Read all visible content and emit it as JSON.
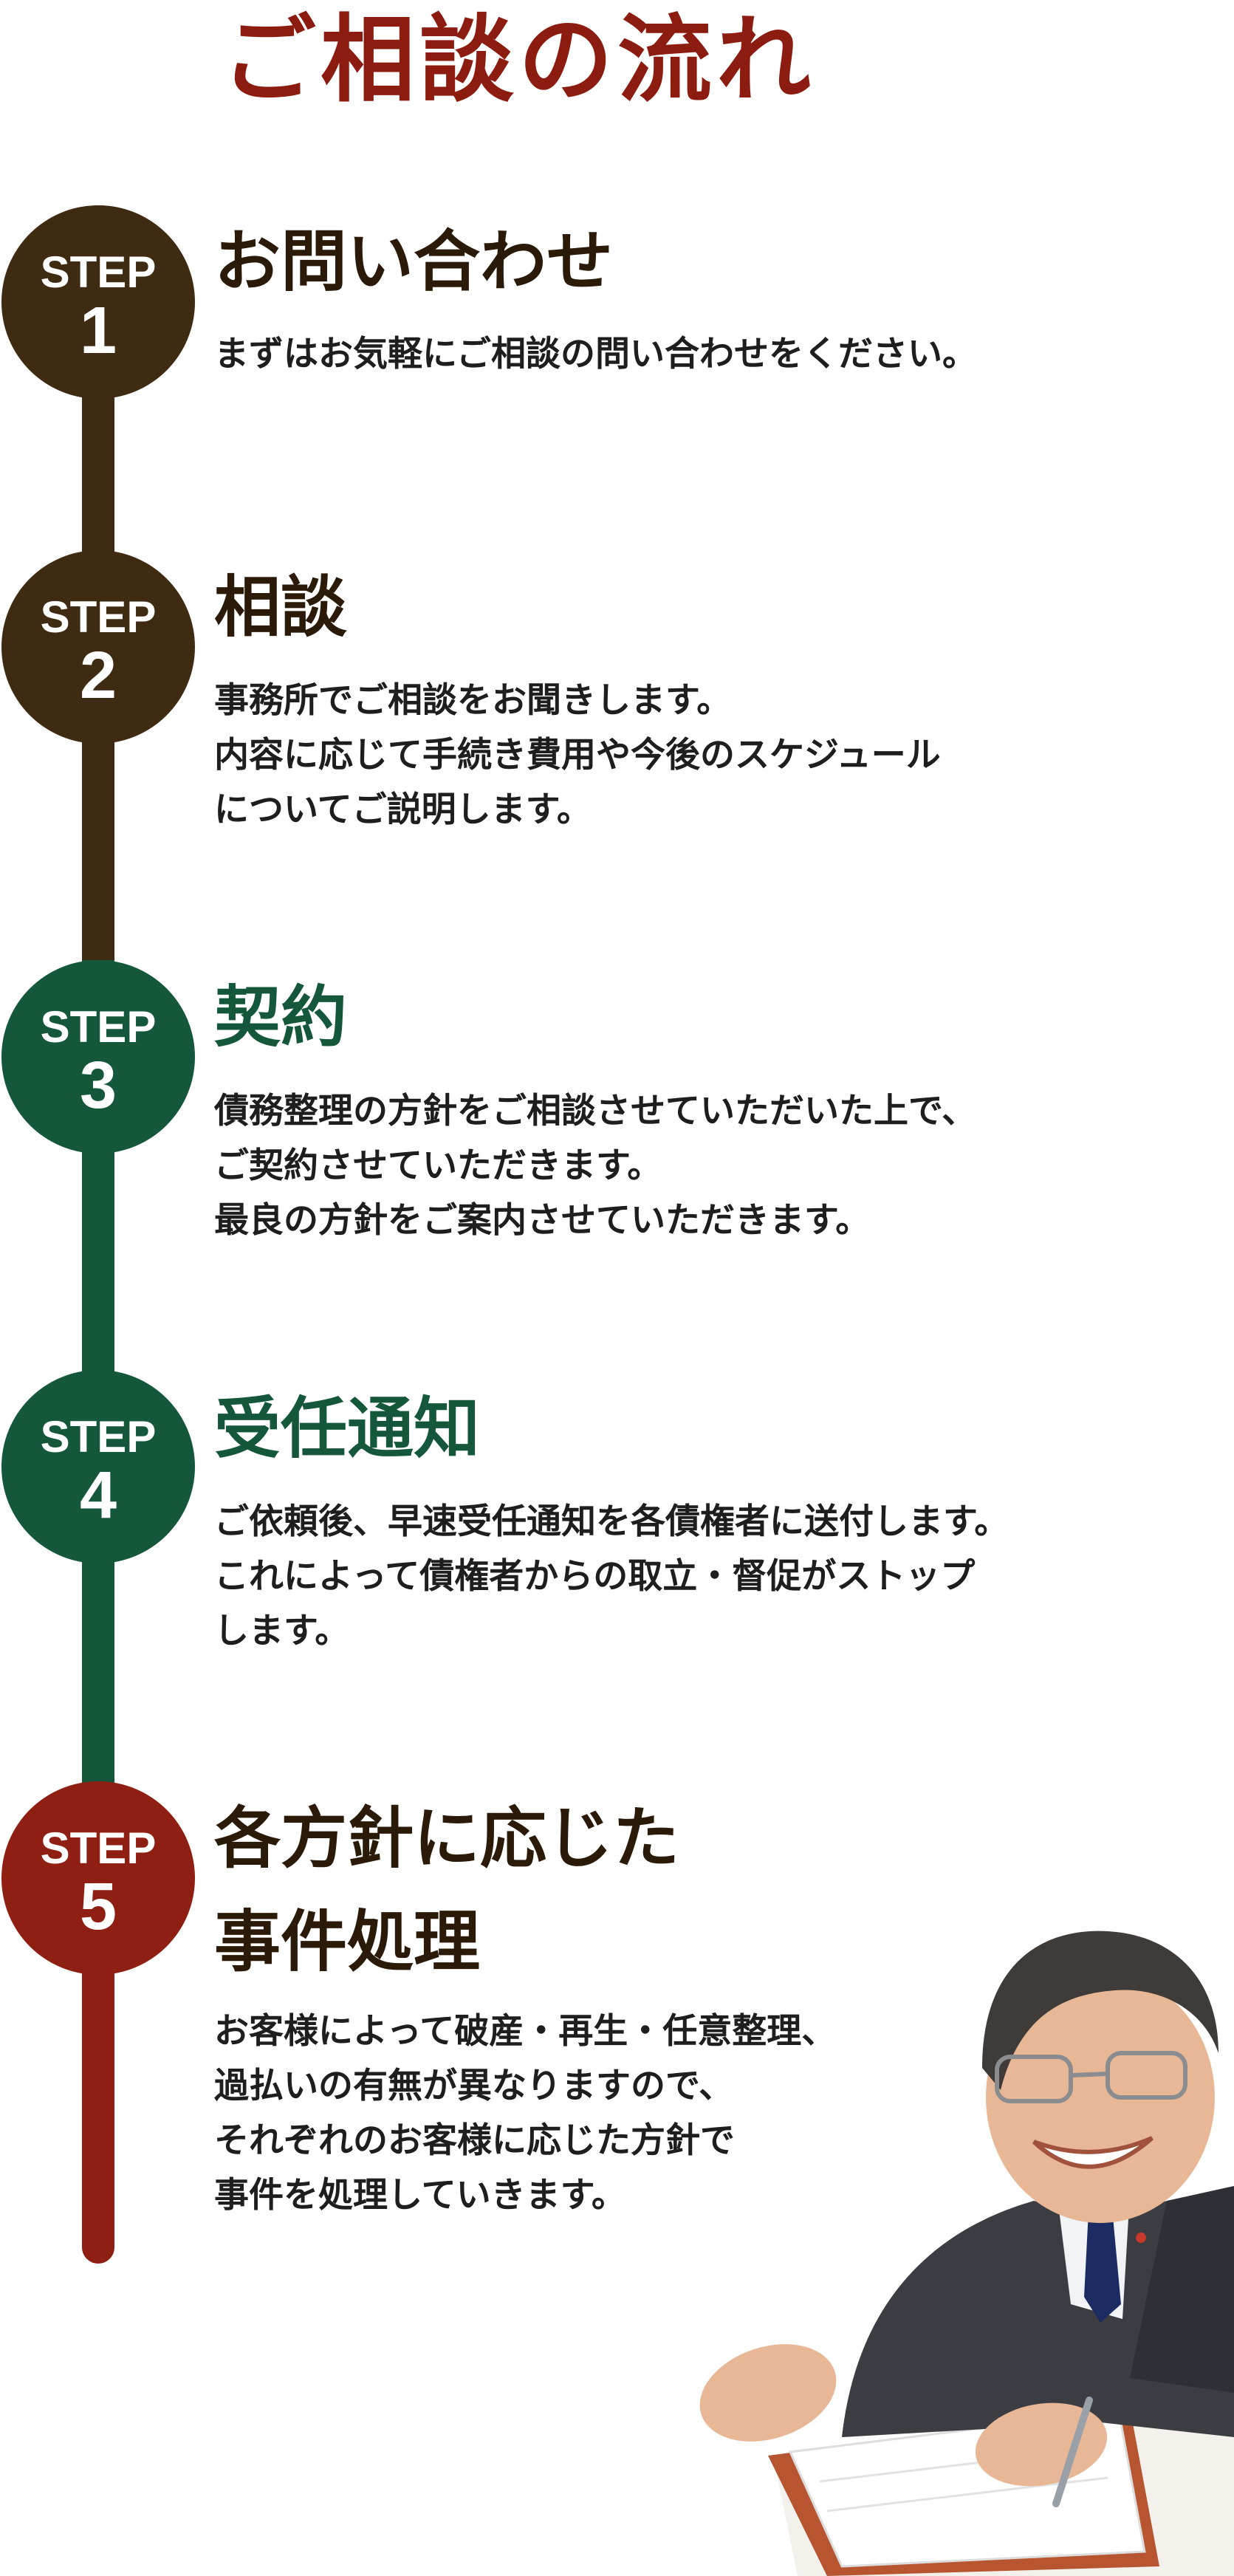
{
  "title": "ご相談の流れ",
  "colors": {
    "title": "#8c1b10",
    "brown": "#3f2a12",
    "green": "#14573a",
    "red": "#8f1f12"
  },
  "steps": [
    {
      "step_label": "STEP",
      "number": "1",
      "title_lines": [
        "お問い合わせ"
      ],
      "desc_lines": [
        "まずはお気軽にご相談の問い合わせをください。"
      ]
    },
    {
      "step_label": "STEP",
      "number": "2",
      "title_lines": [
        "相談"
      ],
      "desc_lines": [
        "事務所でご相談をお聞きします。",
        "内容に応じて手続き費用や今後のスケジュール",
        "についてご説明します。"
      ]
    },
    {
      "step_label": "STEP",
      "number": "3",
      "title_lines": [
        "契約"
      ],
      "desc_lines": [
        "債務整理の方針をご相談させていただいた上で、",
        "ご契約させていただきます。",
        "最良の方針をご案内させていただきます。"
      ]
    },
    {
      "step_label": "STEP",
      "number": "4",
      "title_lines": [
        "受任通知"
      ],
      "desc_lines": [
        "ご依頼後、早速受任通知を各債権者に送付します。",
        "これによって債権者からの取立・督促がストップ",
        "します。"
      ]
    },
    {
      "step_label": "STEP",
      "number": "5",
      "title_lines": [
        "各方針に応じた",
        "事件処理"
      ],
      "desc_lines": [
        "お客様によって破産・再生・任意整理、",
        "過払いの有無が異なりますので、",
        "それぞれのお客様に応じた方針で",
        "事件を処理していきます。"
      ]
    }
  ]
}
